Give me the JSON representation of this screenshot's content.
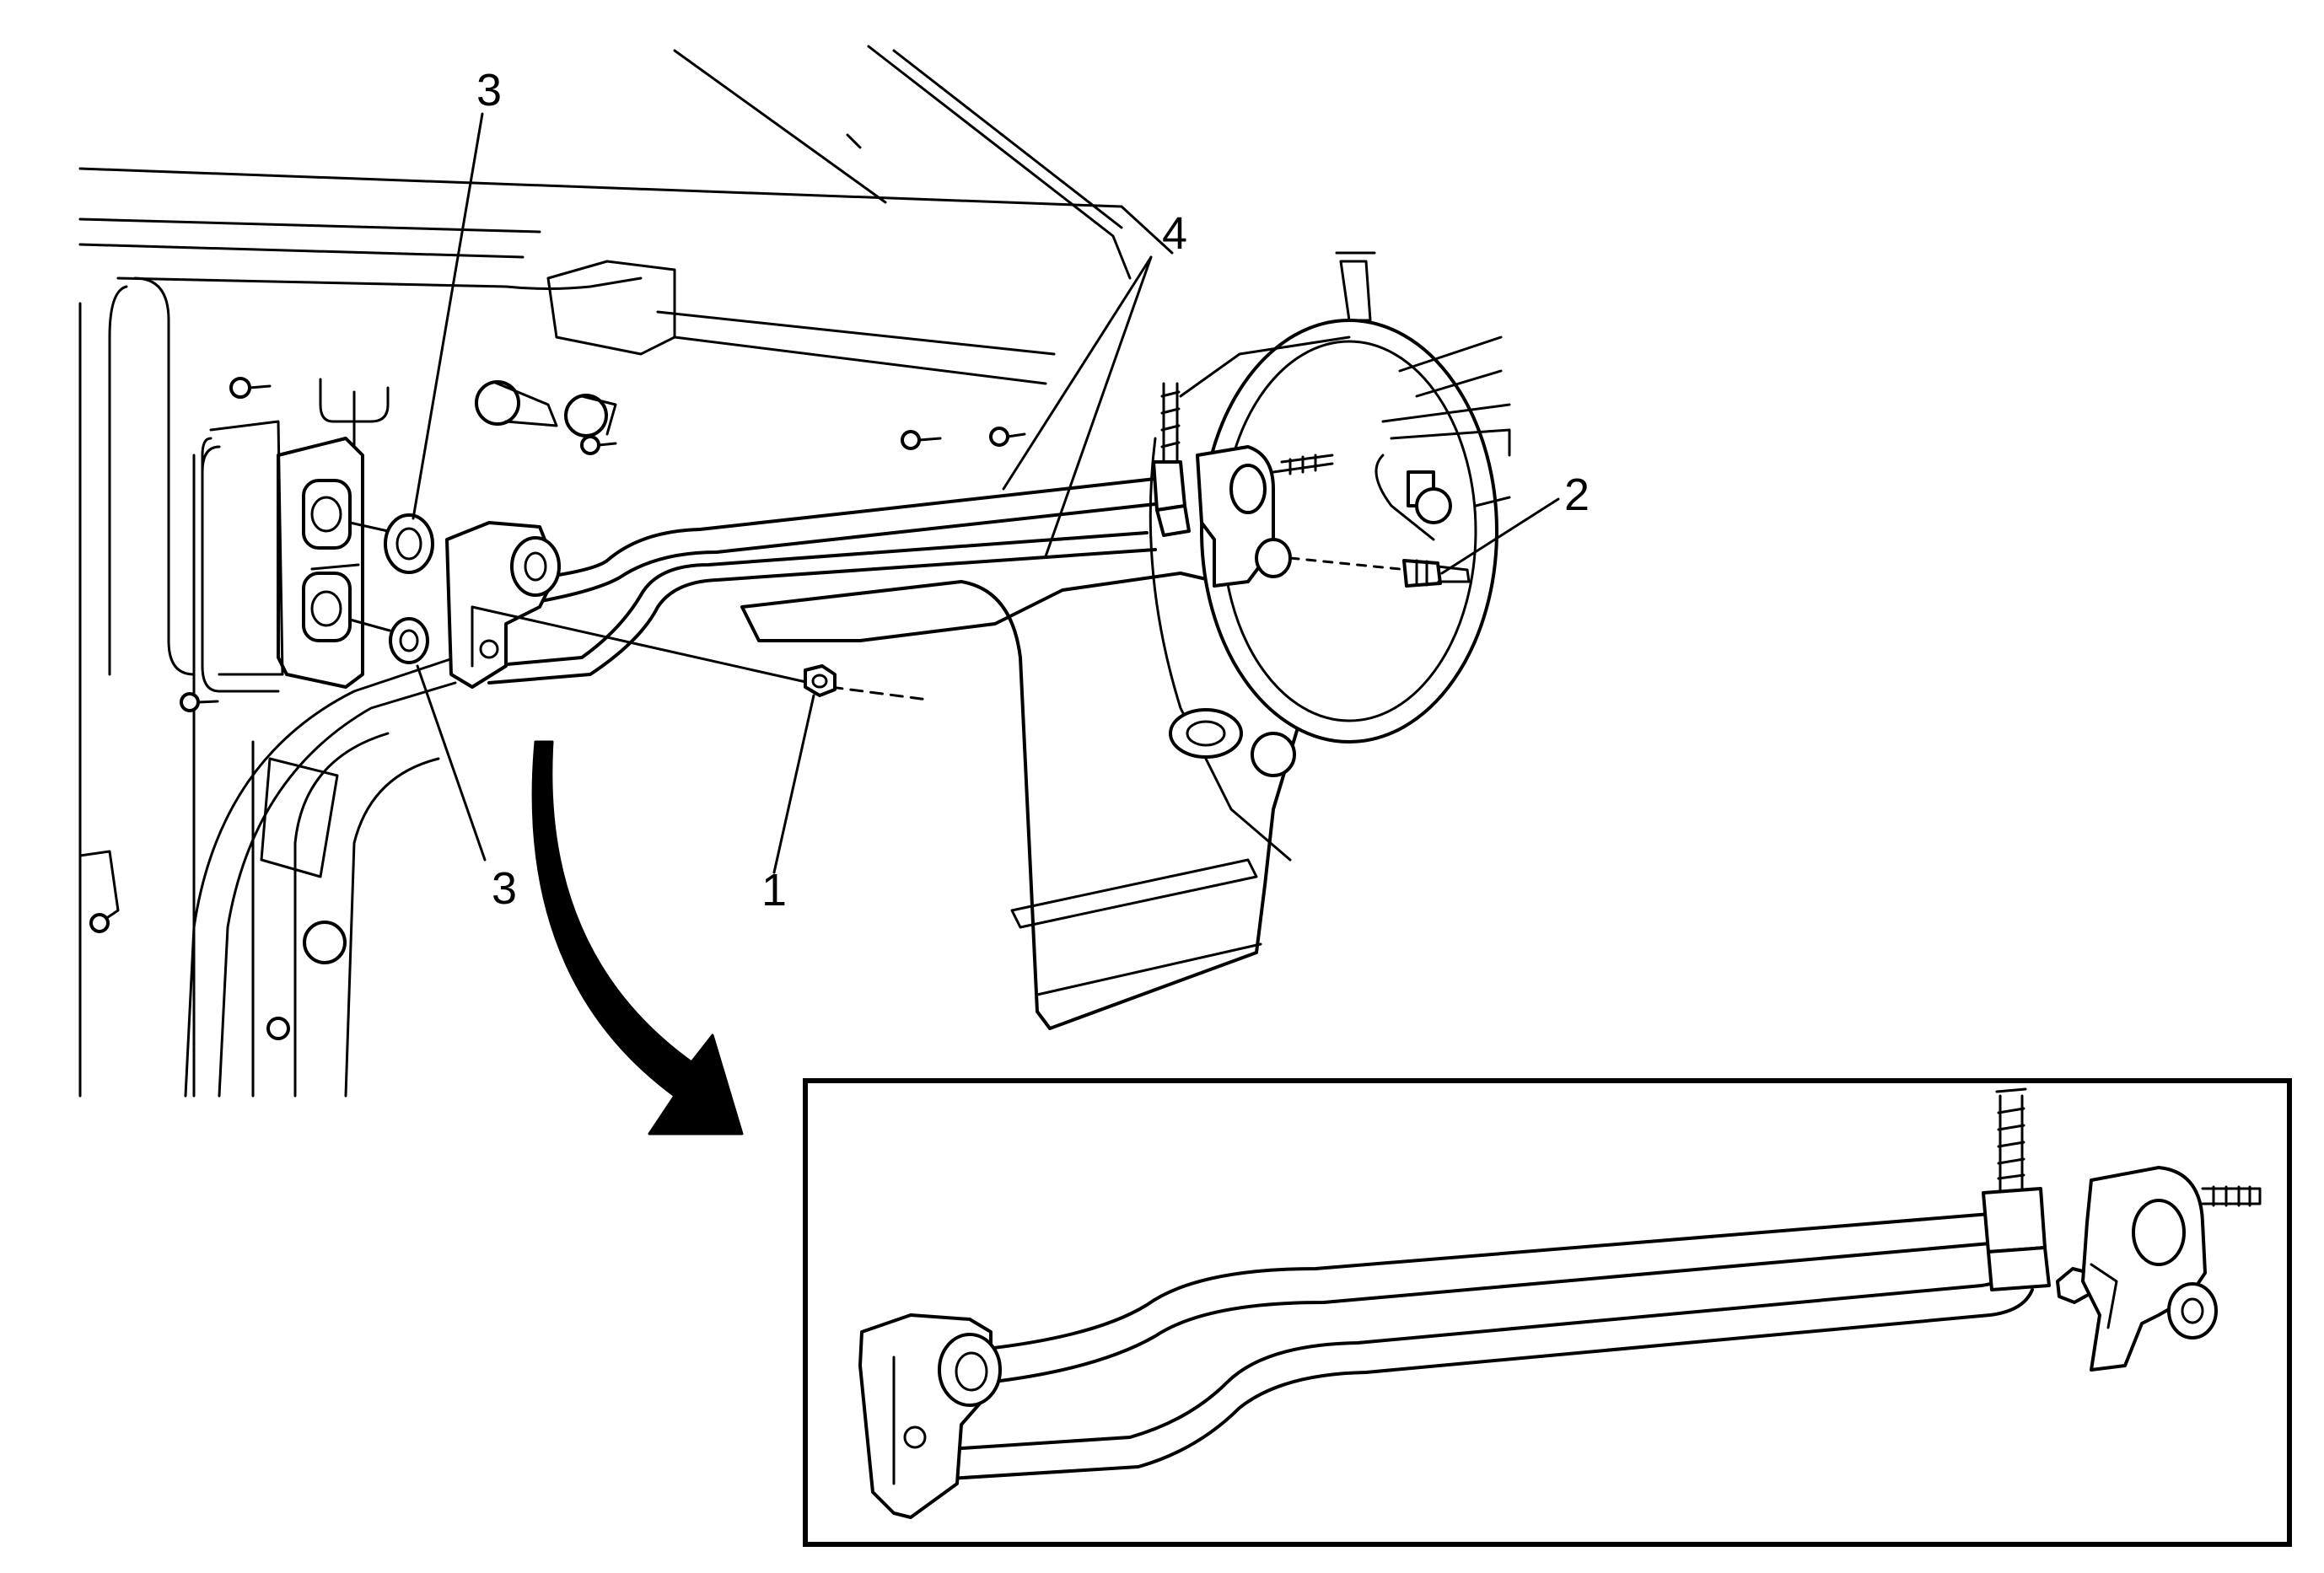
{
  "callouts": {
    "c1": "1",
    "c2": "2",
    "c3_top": "3",
    "c3_bottom": "3",
    "c4": "4"
  },
  "colors": {
    "line": "#000000",
    "background": "#ffffff"
  },
  "inset": {
    "description_icon": "arrow-pointer-icon"
  }
}
